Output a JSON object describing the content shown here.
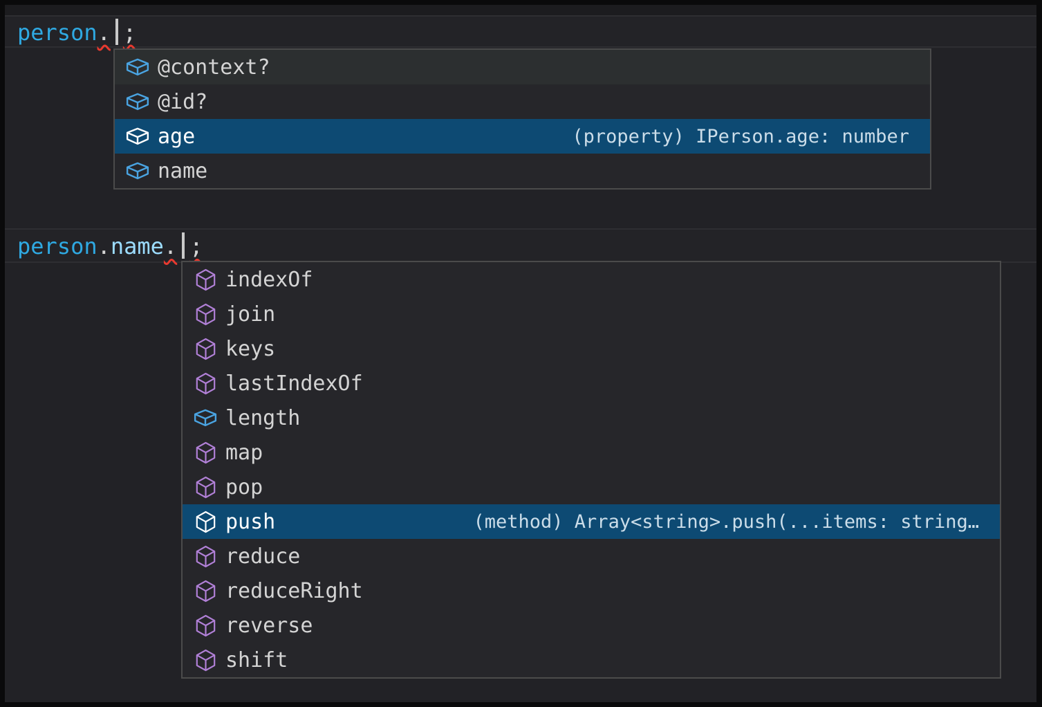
{
  "colors": {
    "editor_background": "#222226",
    "widget_background": "#26262a",
    "widget_border": "#4b4b4b",
    "selection_background": "#0d4a73",
    "hover_background": "#2c2f30",
    "variable_blue": "#2FA9E2",
    "property_light_blue": "#9CDCFE",
    "punctuation_gray": "#D4D4D4",
    "error_squiggle_red": "#E8392F",
    "field_icon_blue": "#4aa4e2",
    "method_icon_purple": "#b180d7",
    "selected_detail_text": "#cbdde9"
  },
  "snippet1": {
    "code_tokens": [
      {
        "text": "person",
        "role": "variable",
        "error": false
      },
      {
        "text": ".",
        "role": "punct",
        "error": true
      },
      {
        "cursor": true
      },
      {
        "text": ";",
        "role": "punct",
        "error": true
      }
    ],
    "suggest_items": [
      {
        "label": "@context?",
        "kind": "field",
        "state": "hover"
      },
      {
        "label": "@id?",
        "kind": "field"
      },
      {
        "label": "age",
        "kind": "field",
        "state": "selected",
        "detail": "(property) IPerson.age: number"
      },
      {
        "label": "name",
        "kind": "field"
      }
    ]
  },
  "snippet2": {
    "code_tokens": [
      {
        "text": "person",
        "role": "variable",
        "error": false
      },
      {
        "text": ".",
        "role": "punct",
        "error": false
      },
      {
        "text": "name",
        "role": "property",
        "error": false
      },
      {
        "text": ".",
        "role": "punct",
        "error": true
      },
      {
        "cursor": true
      },
      {
        "text": ";",
        "role": "punct",
        "error": true
      }
    ],
    "suggest_items": [
      {
        "label": "indexOf",
        "kind": "method"
      },
      {
        "label": "join",
        "kind": "method"
      },
      {
        "label": "keys",
        "kind": "method"
      },
      {
        "label": "lastIndexOf",
        "kind": "method"
      },
      {
        "label": "length",
        "kind": "field"
      },
      {
        "label": "map",
        "kind": "method"
      },
      {
        "label": "pop",
        "kind": "method"
      },
      {
        "label": "push",
        "kind": "method",
        "state": "selected",
        "detail": "(method) Array<string>.push(...items: string…"
      },
      {
        "label": "reduce",
        "kind": "method"
      },
      {
        "label": "reduceRight",
        "kind": "method"
      },
      {
        "label": "reverse",
        "kind": "method"
      },
      {
        "label": "shift",
        "kind": "method"
      }
    ]
  }
}
